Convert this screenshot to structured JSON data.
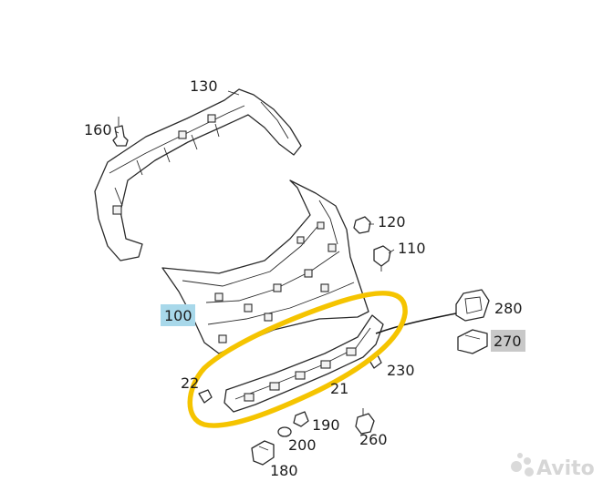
{
  "callouts": {
    "c100": "100",
    "c110": "110",
    "c120": "120",
    "c130": "130",
    "c160": "160",
    "c180": "180",
    "c190": "190",
    "c200": "200",
    "c210": "21",
    "c220": "22",
    "c230": "230",
    "c260": "260",
    "c270": "270",
    "c280": "280"
  },
  "highlight_color": "#f5c400",
  "callout_100_bg": "#a8d8ea",
  "callout_270_bg": "#c8c8c8",
  "watermark": {
    "logo_name": "avito-logo",
    "text": "Avito"
  }
}
